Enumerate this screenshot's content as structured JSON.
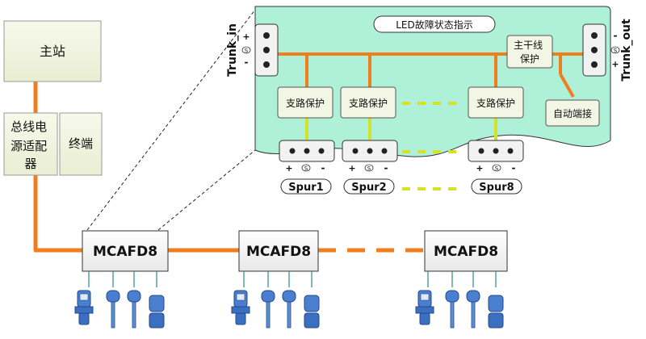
{
  "colors": {
    "trunk": "#f07d1e",
    "spur": "#d6e12a",
    "panel": "#aef0d8",
    "box_fill": "#f3f6e4",
    "sensor": "#3a6fc2"
  },
  "master": {
    "label": "主站"
  },
  "power_adapter": {
    "label_lines": [
      "总线电",
      "源适配",
      "器"
    ]
  },
  "terminator": {
    "label": "终端"
  },
  "devices": [
    {
      "label": "MCAFD8"
    },
    {
      "label": "MCAFD8"
    },
    {
      "label": "MCAFD8"
    }
  ],
  "detail": {
    "led_label": "LED故障状态指示",
    "trunk_in": {
      "label": "Trunk_in",
      "plus": "+",
      "shield": "S",
      "minus": "-"
    },
    "trunk_out": {
      "label": "Trunk_out",
      "plus": "+",
      "shield": "S",
      "minus": "-"
    },
    "trunk_protect_lines": [
      "主干线",
      "保护"
    ],
    "auto_term": "自动端接",
    "spur_protect": [
      "支路保护",
      "支路保护",
      "支路保护"
    ],
    "spurs": [
      {
        "label": "Spur1",
        "plus": "+",
        "shield": "S",
        "minus": "-"
      },
      {
        "label": "Spur2",
        "plus": "+",
        "shield": "S",
        "minus": "-"
      },
      {
        "label": "Spur8",
        "plus": "+",
        "shield": "S",
        "minus": "-"
      }
    ]
  }
}
